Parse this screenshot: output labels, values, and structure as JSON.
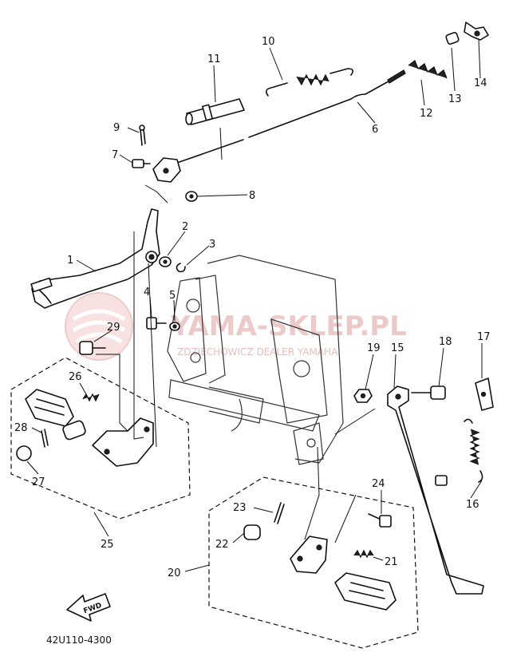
{
  "diagram": {
    "diagram_code": "42U110-4300",
    "fwd_label": "FWD",
    "watermark_main": "YAMA-SKLEP.PL",
    "watermark_sub": "ZDZIECHOWICZ DEALER YAMAHA",
    "callouts": [
      "1",
      "2",
      "3",
      "4",
      "5",
      "6",
      "7",
      "8",
      "9",
      "10",
      "11",
      "12",
      "13",
      "14",
      "15",
      "16",
      "17",
      "18",
      "19",
      "20",
      "21",
      "22",
      "23",
      "24",
      "25",
      "26",
      "27",
      "28",
      "29"
    ]
  }
}
